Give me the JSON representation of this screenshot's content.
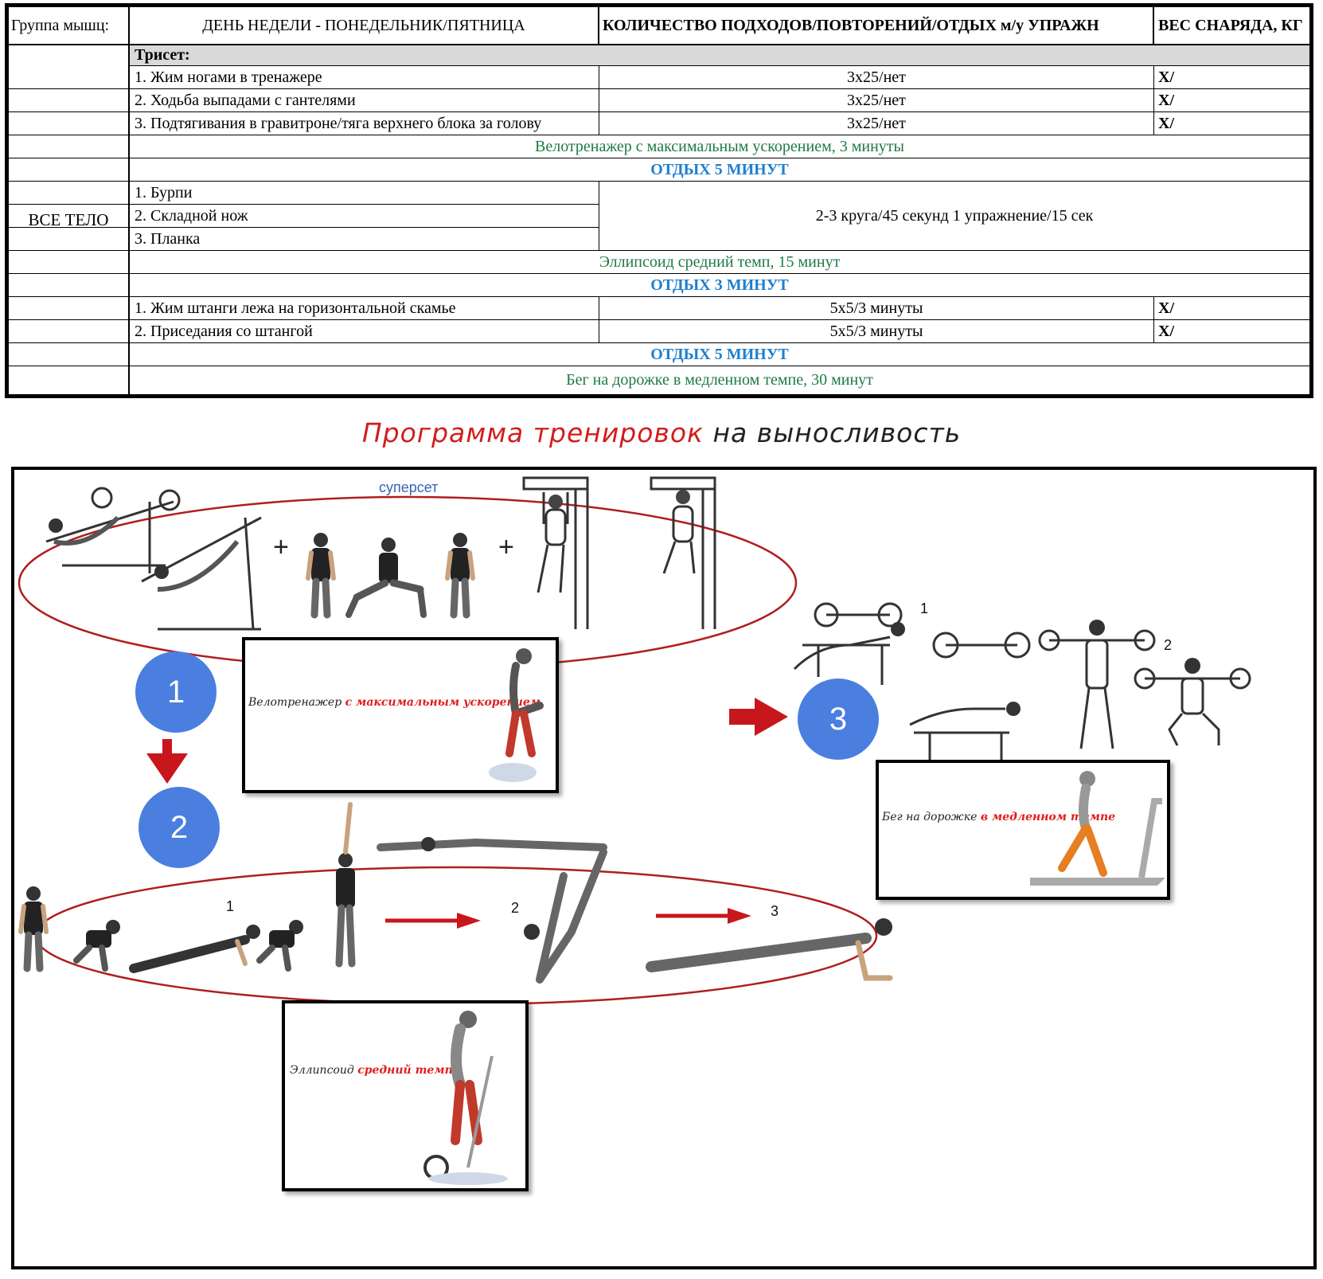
{
  "table": {
    "headers": [
      "Группа мышц:",
      "ДЕНЬ НЕДЕЛИ - ПОНЕДЕЛЬНИК/ПЯТНИЦА",
      "КОЛИЧЕСТВО ПОДХОДОВ/ПОВТОРЕНИЙ/ОТДЫХ м/у УПРАЖН",
      "ВЕС СНАРЯДА, КГ"
    ],
    "muscle_group": "ВСЕ ТЕЛО",
    "triset_label": "Трисет:",
    "triset": [
      {
        "exercise": "1. Жим ногами в тренажере",
        "sets": "3х25/нет",
        "weight": "Х/"
      },
      {
        "exercise": "2. Ходьба выпадами с гантелями",
        "sets": "3х25/нет",
        "weight": "Х/"
      },
      {
        "exercise": "3. Подтягивания в гравитроне/тяга верхнего блока за голову",
        "sets": "3х25/нет",
        "weight": "Х/"
      }
    ],
    "cardio_1": "Велотренажер с максимальным ускорением, 3 минуты",
    "rest_1": "ОТДЫХ 5 МИНУТ",
    "circuit": [
      {
        "exercise": "1. Бурпи"
      },
      {
        "exercise": "2. Складной нож"
      },
      {
        "exercise": "3. Планка"
      }
    ],
    "circuit_sets": "2-3 круга/45 секунд 1 упражнение/15 сек",
    "cardio_2": "Эллипсоид средний темп, 15 минут",
    "rest_2": "ОТДЫХ 3 МИНУТ",
    "strength": [
      {
        "exercise": "1. Жим штанги лежа на горизонтальной скамье",
        "sets": "5х5/3 минуты",
        "weight": "Х/"
      },
      {
        "exercise": "2. Приседания со штангой",
        "sets": "5х5/3 минуты",
        "weight": "Х/"
      }
    ],
    "rest_3": "ОТДЫХ 5 МИНУТ",
    "cardio_3": "Бег на дорожке в медленном темпе, 30 минут"
  },
  "title": {
    "part1": "Программа тренировок",
    "part2": " на выносливость"
  },
  "diagram": {
    "superset_label": "суперсет",
    "plus_sign": "+",
    "steps": [
      "1",
      "2",
      "3"
    ],
    "numbers": {
      "burpee": "1",
      "jackknife": "2",
      "plank": "3",
      "bench": "1",
      "squat": "2"
    },
    "cards": {
      "bike": {
        "normal": "Велотренажер ",
        "highlight": "с максимальным ускорением"
      },
      "elliptical": {
        "normal": "Эллипсоид ",
        "highlight": "средний темп"
      },
      "treadmill": {
        "normal": "Бег на дорожке ",
        "highlight": "в медленном темпе"
      }
    }
  },
  "colors": {
    "accent_red": "#c8161d",
    "step_blue": "#4a7fe0",
    "cardio_green": "#1e7a45",
    "rest_blue": "#1f7fcf"
  }
}
